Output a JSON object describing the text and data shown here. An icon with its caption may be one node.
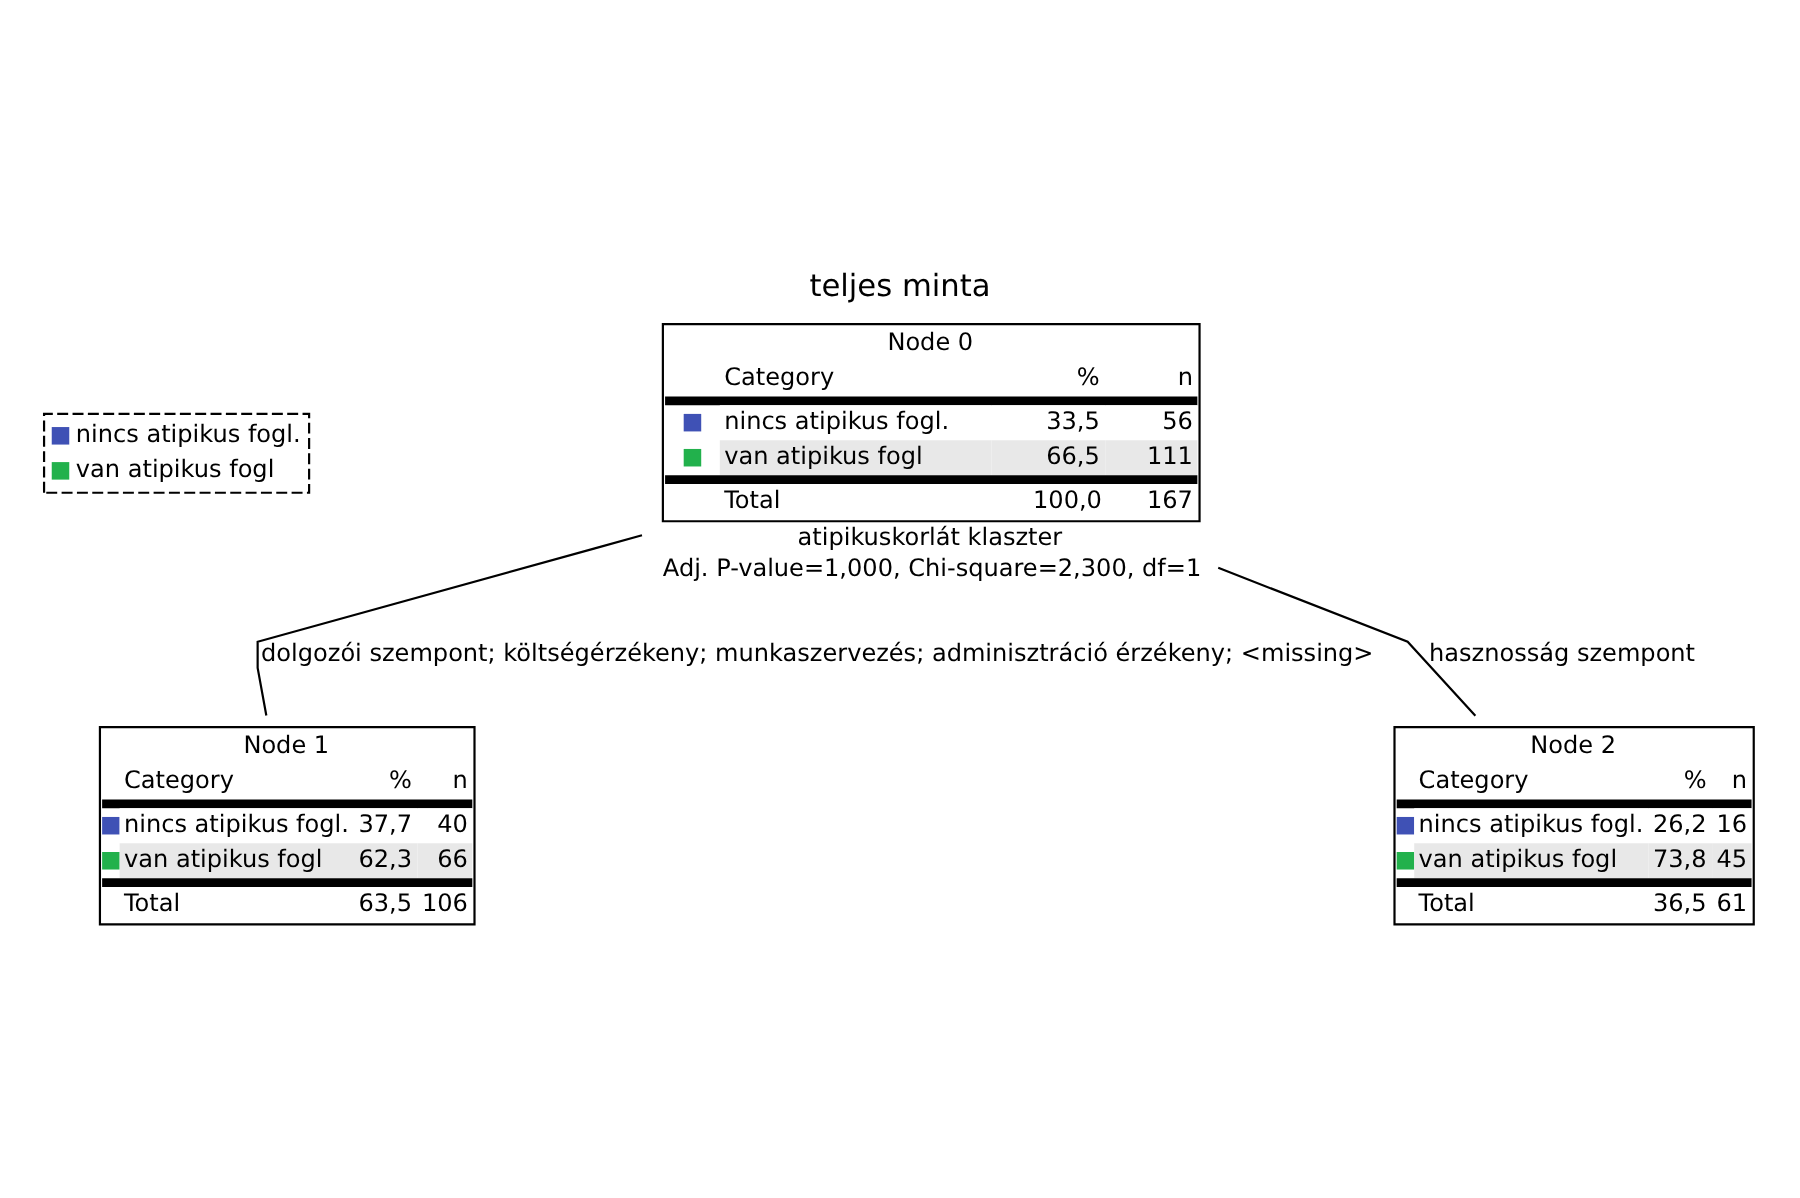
{
  "diagram": {
    "title": "teljes minta",
    "nodes": [
      {
        "text": [
          "Node 0",
          "Category",
          "%",
          "n",
          "nincs atipikus fogl.",
          "33,5",
          "56",
          "van atipikus fogl",
          "66,5",
          "111",
          "Total",
          "100,0",
          "167"
        ],
        "beside": [
          "atipikuskorlát klaszter",
          "Adj. P-value=1,000, Chi-square=2,300, df=1"
        ]
      },
      {
        "text": [
          "Node 1",
          "Category",
          "%",
          "n",
          "nincs atipikus fogl.",
          "37,7",
          "40",
          "van atipikus fogl",
          "62,3",
          "66",
          "Total",
          "63,5",
          "106"
        ]
      },
      {
        "text": [
          "Node 2",
          "Category",
          "%",
          "n",
          "nincs atipikus fogl.",
          "26,2",
          "16",
          "van atipikus fogl",
          "73,8",
          "45",
          "Total",
          "36,5",
          "61"
        ]
      }
    ],
    "edges": [
      {
        "from": 0,
        "to": 1,
        "arrow": "none",
        "label": "dolgozói szempont; költségérzékeny; munkaszervezés; adminisztráció érzékeny; <missing>"
      },
      {
        "from": 0,
        "to": 2,
        "arrow": "none",
        "label": "hasznosság szempont"
      }
    ],
    "legend": [
      {
        "text": "nincs atipikus fogl.",
        "color": "#3f51b5"
      },
      {
        "text": "van atipikus fogl",
        "color": "#22b14c"
      }
    ]
  }
}
